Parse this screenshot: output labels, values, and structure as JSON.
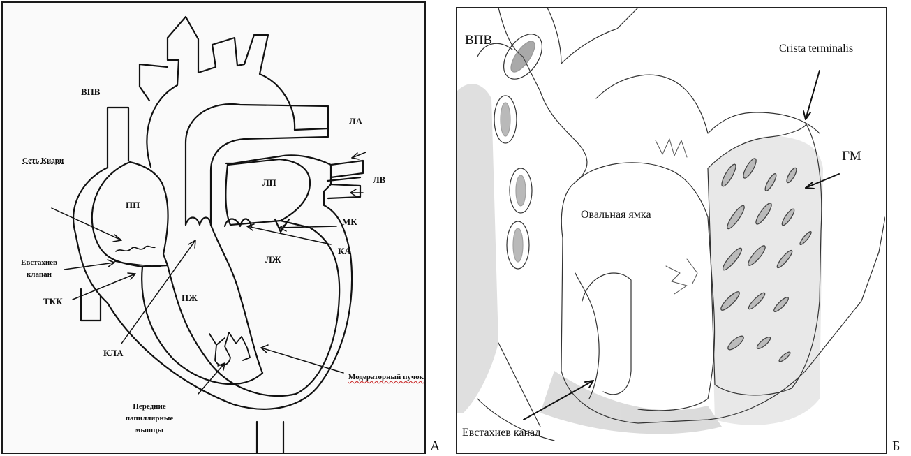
{
  "panel_a": {
    "labels": {
      "vpv": "ВПВ",
      "chiari": "Сеть Киари",
      "pp": "ПП",
      "eustachian_valve": "Евстахиев клапан",
      "tkk": "ТКК",
      "kla": "КЛА",
      "la": "ЛА",
      "lv": "ЛВ",
      "lp": "ЛП",
      "mk": "МК",
      "ka": "КА",
      "lzh": "ЛЖ",
      "pzh": "ПЖ",
      "moderator": "Модераторный пучок",
      "papillary": "Передние папиллярные мышцы"
    },
    "corner": "А"
  },
  "panel_b": {
    "labels": {
      "vpv": "ВПВ",
      "crista": "Crista terminalis",
      "gm": "ГМ",
      "fossa": "Овальная ямка",
      "eustachian_canal": "Евстахиев канал"
    },
    "corner": "Б"
  }
}
